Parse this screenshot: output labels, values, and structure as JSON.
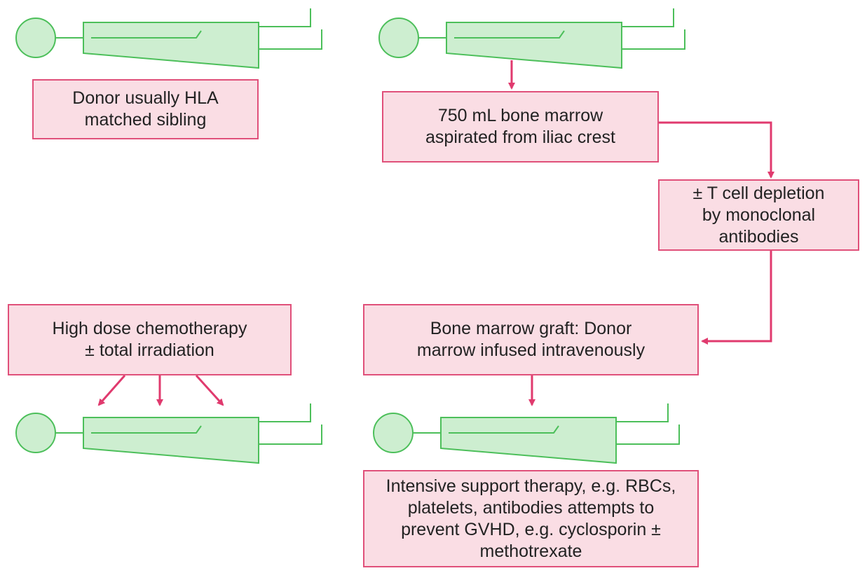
{
  "colors": {
    "box_fill": "#fadde4",
    "box_border": "#e0507a",
    "arrow": "#e03a6e",
    "body_fill": "#cdeed0",
    "body_stroke": "#4cbf5a"
  },
  "icons": [
    "body-silhouette-icon"
  ],
  "boxes": {
    "donor": "Donor usually HLA\nmatched sibling",
    "aspirate": "750 mL bone marrow\naspirated from iliac crest",
    "depletion": "± T cell depletion\nby monoclonal\nantibodies",
    "chemo": "High dose chemotherapy\n± total irradiation",
    "graft": "Bone marrow graft: Donor\nmarrow infused intravenously",
    "support": "Intensive support therapy, e.g. RBCs,\nplatelets, antibodies attempts to\nprevent GVHD, e.g. cyclosporin ±\nmethotrexate"
  }
}
